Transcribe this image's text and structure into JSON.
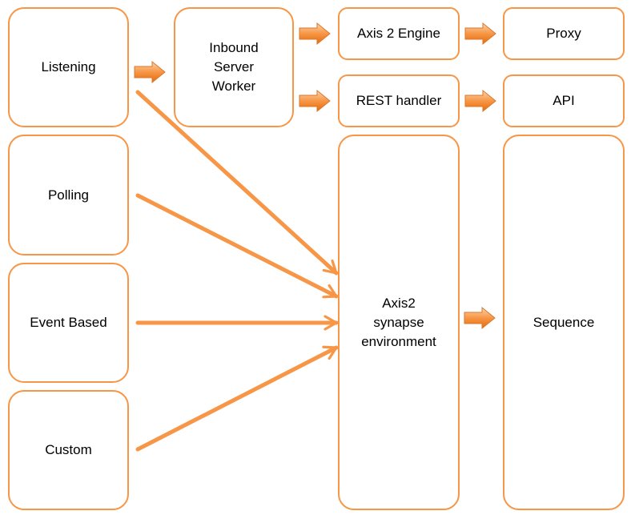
{
  "colors": {
    "border": "#f79646",
    "arrow": "#f79646",
    "block_arrow_light": "#fcd5a8",
    "block_arrow_dark": "#e46c0a"
  },
  "nodes": {
    "listening": "Listening",
    "polling": "Polling",
    "event_based": "Event Based",
    "custom": "Custom",
    "inbound_worker": "Inbound\nServer\nWorker",
    "axis2_engine": "Axis 2 Engine",
    "rest_handler": "REST handler",
    "axis2_env": "Axis2\nsynapse\nenvironment",
    "proxy": "Proxy",
    "api": "API",
    "sequence": "Sequence"
  }
}
